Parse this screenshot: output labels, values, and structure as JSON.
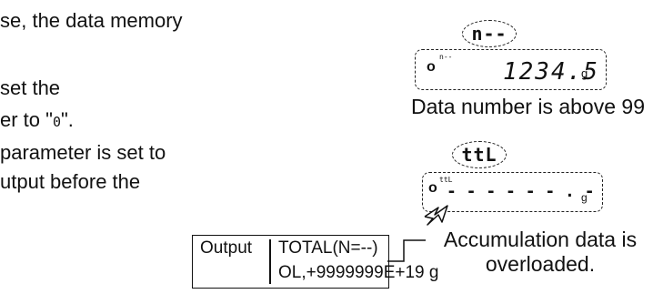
{
  "text_lines": [
    "se, the data memory",
    "set the",
    "er to \"",
    "\".",
    "parameter is set to",
    "utput before the"
  ],
  "inline_segment_char": "0",
  "display_top": {
    "label_oval": "n--",
    "small_label": "n--",
    "value": "1234.5",
    "unit": "g",
    "caption": "Data number is above 99"
  },
  "display_bottom": {
    "label_oval": "ttL",
    "small_label": "ttL",
    "value": "- - - - - - . -",
    "unit": "g",
    "caption_line1": "Accumulation data is",
    "caption_line2": "overloaded."
  },
  "output_box": {
    "label": "Output",
    "line1": "TOTAL(N=--)",
    "line2": "OL,+9999999E+19 g"
  }
}
